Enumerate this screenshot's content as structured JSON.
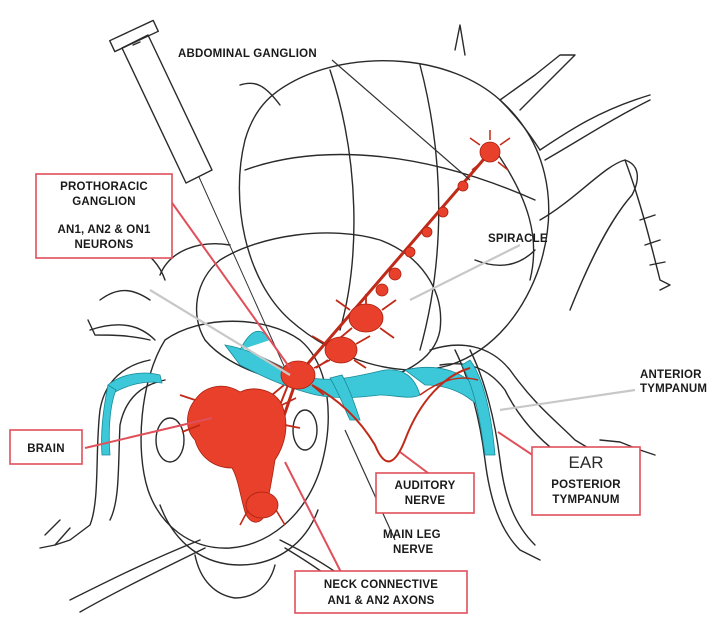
{
  "labels": {
    "abdominal_ganglion": "ABDOMINAL GANGLION",
    "prothoracic_ganglion_line1": "PROTHORACIC",
    "prothoracic_ganglion_line2": "GANGLION",
    "neurons_line1": "AN1, AN2 & ON1",
    "neurons_line2": "NEURONS",
    "spiracle": "SPIRACLE",
    "brain": "BRAIN",
    "anterior_tympanum_line1": "ANTERIOR",
    "anterior_tympanum_line2": "TYMPANUM",
    "ear": "EAR",
    "posterior_tympanum_line1": "POSTERIOR",
    "posterior_tympanum_line2": "TYMPANUM",
    "auditory_nerve_line1": "AUDITORY",
    "auditory_nerve_line2": "NERVE",
    "main_leg_nerve_line1": "MAIN LEG",
    "main_leg_nerve_line2": "NERVE",
    "neck_connective_line1": "NECK CONNECTIVE",
    "neck_connective_line2": "AN1 & AN2 AXONS"
  },
  "colors": {
    "neural_tissue": "#e8402a",
    "trachea": "#3cc8d8",
    "callout_box": "#e0505a",
    "outline": "#2a2a2a"
  }
}
